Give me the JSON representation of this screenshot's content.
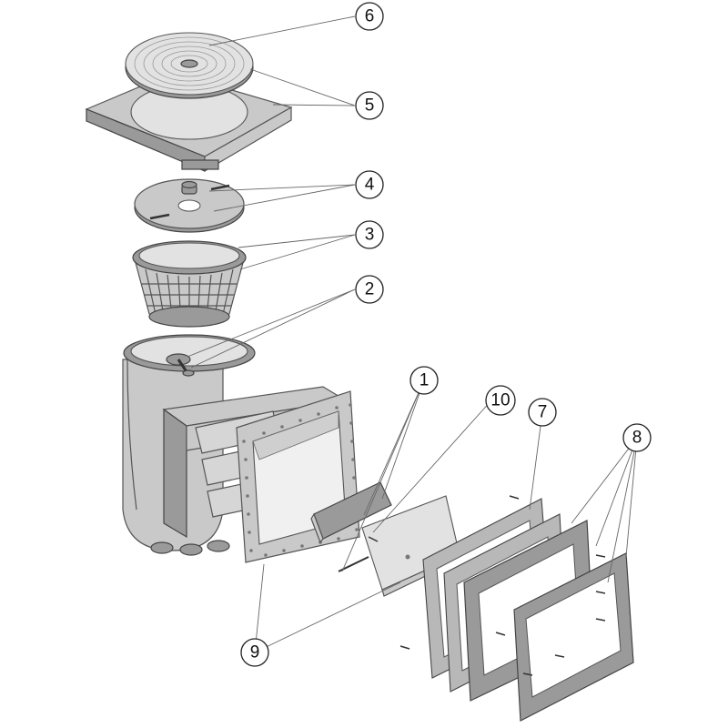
{
  "diagram": {
    "callouts": [
      {
        "id": "c6",
        "label": "6"
      },
      {
        "id": "c5",
        "label": "5"
      },
      {
        "id": "c4",
        "label": "4"
      },
      {
        "id": "c3",
        "label": "3"
      },
      {
        "id": "c2",
        "label": "2"
      },
      {
        "id": "c1",
        "label": "1"
      },
      {
        "id": "c10",
        "label": "10"
      },
      {
        "id": "c7",
        "label": "7"
      },
      {
        "id": "c8",
        "label": "8"
      },
      {
        "id": "c9",
        "label": "9"
      }
    ]
  }
}
